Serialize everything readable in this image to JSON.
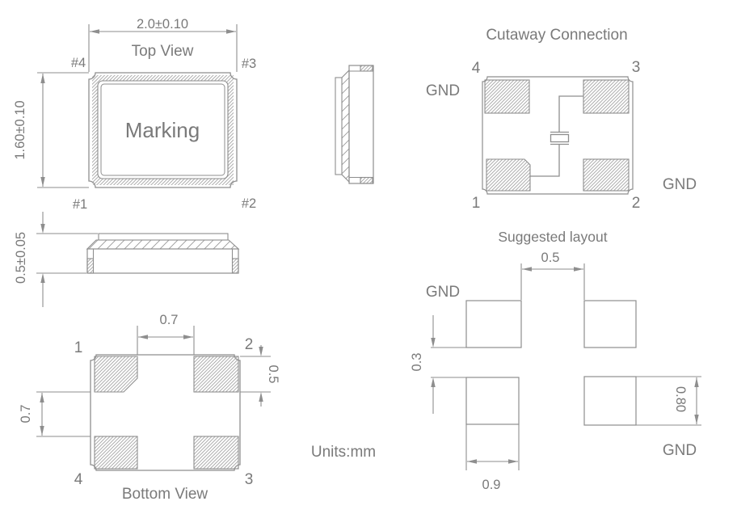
{
  "colors": {
    "line": "#8e8e8e",
    "hatch": "#9a9a9a",
    "text": "#7a7a7a",
    "background": "#ffffff"
  },
  "units_label": "Units:mm",
  "top_view": {
    "title": "Top View",
    "marking": "Marking",
    "width_dim": "2.0±0.10",
    "height_dim": "1.60±0.10",
    "pins": {
      "top_left": "#4",
      "top_right": "#3",
      "bottom_left": "#1",
      "bottom_right": "#2"
    }
  },
  "side_view": {
    "height_dim": "0.5±0.05"
  },
  "bottom_view": {
    "title": "Bottom View",
    "pad_gap_x_dim": "0.7",
    "pad_gap_y_dim": "0.7",
    "pad_height_dim": "0.5",
    "pins": {
      "top_left": "1",
      "top_right": "2",
      "bottom_left": "4",
      "bottom_right": "3"
    }
  },
  "cutaway": {
    "title": "Cutaway Connection",
    "gnd_left": "GND",
    "gnd_right": "GND",
    "pins": {
      "top_left": "4",
      "top_right": "3",
      "bottom_left": "1",
      "bottom_right": "2"
    }
  },
  "layout": {
    "title": "Suggested layout",
    "gnd_top_left": "GND",
    "gnd_bottom_right": "GND",
    "gap_x_dim": "0.5",
    "gap_y_dim": "0.3",
    "pad_width_dim": "0.9",
    "pad_height_dim": "0.80"
  }
}
